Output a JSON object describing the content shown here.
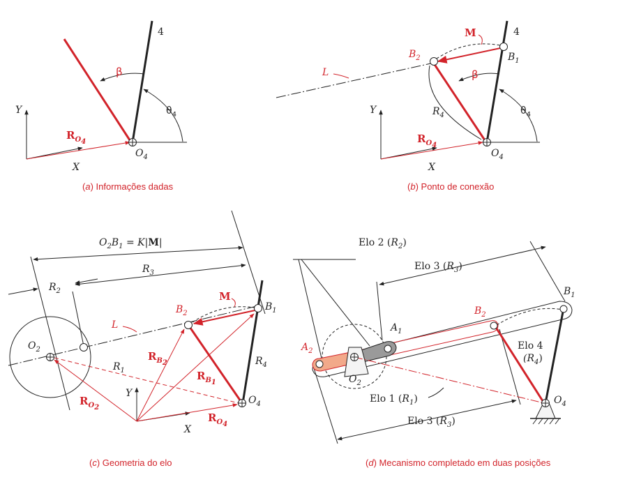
{
  "colors": {
    "red": "#d2232a",
    "black": "#222222",
    "link_fill": "#f2a98a",
    "grey": "#9a9a9a"
  },
  "panel_a": {
    "caption_letter": "a",
    "caption_text": "Informações dadas",
    "link4_num": "4",
    "beta": "β",
    "theta": "θ",
    "theta_sub": "4",
    "R": "R",
    "R_sub": "O",
    "R_sub2": "4",
    "O": "O",
    "O_sub": "4",
    "Y": "Y",
    "X": "X"
  },
  "panel_b": {
    "caption_letter": "b",
    "caption_text": "Ponto de conexão",
    "link4_num": "4",
    "M": "M",
    "B": "B",
    "B2_sub": "2",
    "B1_sub": "1",
    "L": "L",
    "beta": "β",
    "R4": "R",
    "R4_sub": "4",
    "theta": "θ",
    "theta_sub": "4",
    "R": "R",
    "R_sub": "O",
    "R_sub2": "4",
    "O": "O",
    "O_sub": "4",
    "Y": "Y",
    "X": "X"
  },
  "panel_c": {
    "caption_letter": "c",
    "caption_text": "Geometria do elo",
    "eq_O": "O",
    "eq_O_sub": "2",
    "eq_B": "B",
    "eq_B_sub": "1",
    "eq_rest": " = K|",
    "eq_M": "M",
    "eq_bar": "|",
    "R3": "R",
    "R3_sub": "3",
    "R2": "R",
    "R2_sub": "2",
    "M": "M",
    "B": "B",
    "B2_sub": "2",
    "B1_sub": "1",
    "L": "L",
    "O2": "O",
    "O2_sub": "2",
    "R1": "R",
    "R1_sub": "1",
    "RB2": "R",
    "RB2_sub": "B",
    "RB2_sub2": "2",
    "RB1": "R",
    "RB1_sub": "B",
    "RB1_sub2": "1",
    "R4": "R",
    "R4_sub": "4",
    "RO2": "R",
    "RO2_sub": "O",
    "RO2_sub2": "2",
    "RO4": "R",
    "RO4_sub": "O",
    "RO4_sub2": "4",
    "O4": "O",
    "O4_sub": "4",
    "Y": "Y",
    "X": "X"
  },
  "panel_d": {
    "caption_letter": "d",
    "caption_text": "Mecanismo completado em duas posições",
    "elo2": "Elo 2  (",
    "elo2_R": "R",
    "elo2_sub": "2",
    "elo2_close": ")",
    "elo3_top": "Elo 3  (",
    "elo3_top_R": "R",
    "elo3_top_sub": "3",
    "elo3_top_close": ")",
    "B1": "B",
    "B1_sub": "1",
    "B2": "B",
    "B2_sub": "2",
    "A1": "A",
    "A1_sub": "1",
    "A2": "A",
    "A2_sub": "2",
    "elo4": "Elo 4",
    "elo4_R": "(R",
    "elo4_sub": "4",
    "elo4_close": ")",
    "O2": "O",
    "O2_sub": "2",
    "elo1": "Elo 1  (",
    "elo1_R": "R",
    "elo1_sub": "1",
    "elo1_close": ")",
    "O4": "O",
    "O4_sub": "4",
    "elo3_bot": "Elo 3  (",
    "elo3_bot_R": "R",
    "elo3_bot_sub": "3",
    "elo3_bot_close": ")"
  }
}
